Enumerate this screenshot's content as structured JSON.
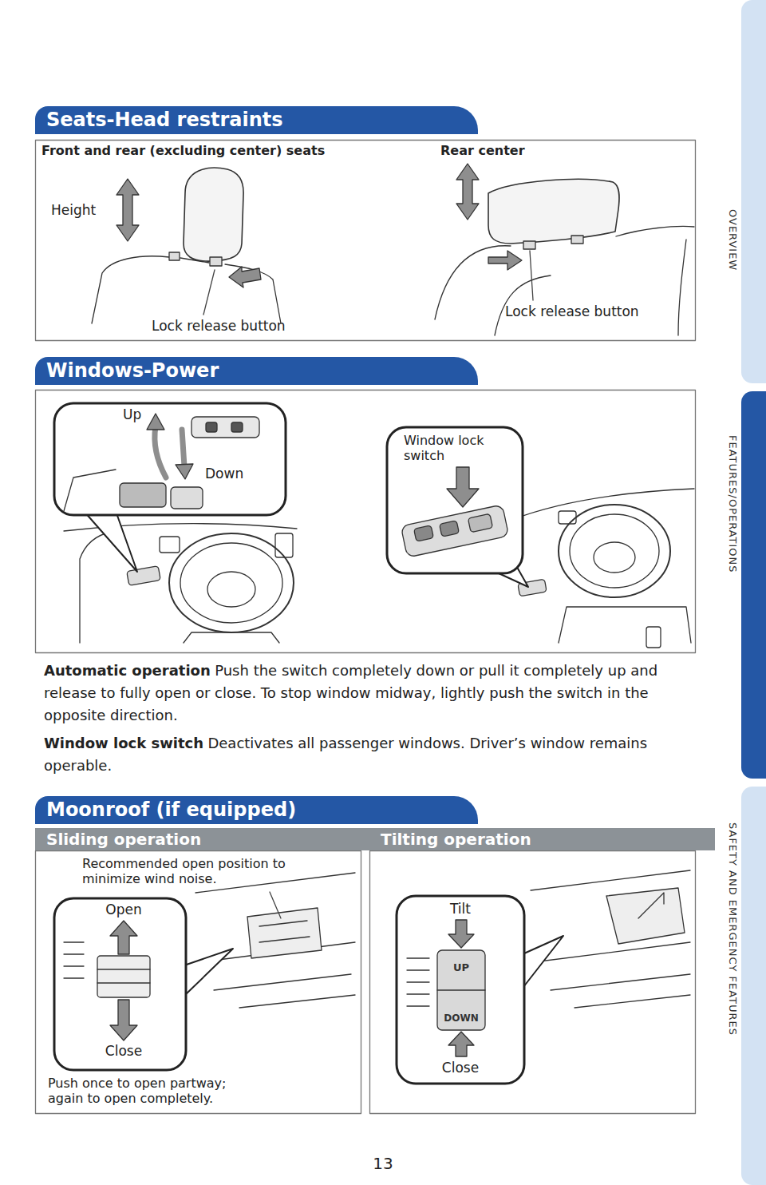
{
  "diagram": {
    "nodes": [
      {
        "text": [
          "Seats-Head restraints"
        ]
      },
      {
        "text": [
          "Windows-Power"
        ]
      },
      {
        "text": [
          "Moonroof (if equipped)"
        ]
      },
      {
        "text": [
          "Sliding operation"
        ]
      },
      {
        "text": [
          "Tilting operation"
        ]
      },
      {
        "text": [
          "OVERVIEW"
        ]
      },
      {
        "text": [
          "FEATURES/OPERATIONS"
        ]
      },
      {
        "text": [
          "SAFETY AND EMERGENCY FEATURES"
        ]
      }
    ],
    "labels": [
      "Front and rear (excluding center) seats",
      "Height",
      "Lock release button",
      "Rear center",
      "Lock release button",
      "Up",
      "Down",
      "Window lock switch",
      "Automatic operation",
      "Push the switch completely down or pull it completely up and release to fully open or close. To stop window midway, lightly push the switch in the opposite direction.",
      "Window lock switch",
      "Deactivates all passenger windows. Driver’s window remains operable.",
      "Recommended open position to minimize wind noise.",
      "Open",
      "Close",
      "Push once to open partway; again to open completely.",
      "Tilt",
      "UP",
      "DOWN",
      "Close",
      "13"
    ]
  }
}
